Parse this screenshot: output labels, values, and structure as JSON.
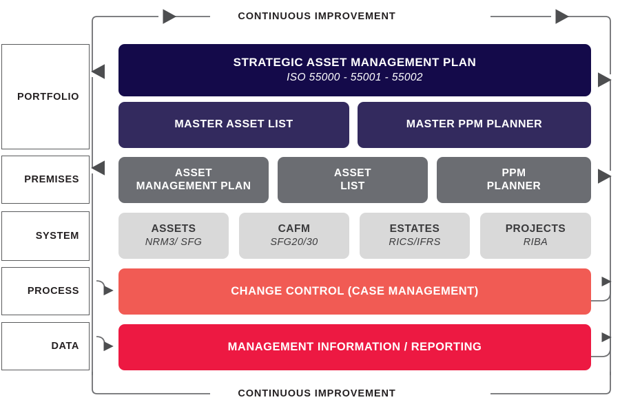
{
  "diagram": {
    "title_top": "CONTINUOUS IMPROVEMENT",
    "title_bottom": "CONTINUOUS IMPROVEMENT",
    "levels": [
      {
        "label": "PORTFOLIO"
      },
      {
        "label": "PREMISES"
      },
      {
        "label": "SYSTEM"
      },
      {
        "label": "PROCESS"
      },
      {
        "label": "DATA"
      }
    ],
    "rows": {
      "strategic": {
        "title": "STRATEGIC ASSET MANAGEMENT PLAN",
        "subtitle": "ISO 55000 - 55001 - 55002",
        "color": "#140a4a"
      },
      "master": {
        "color": "#332a5e",
        "items": [
          {
            "title": "MASTER ASSET LIST"
          },
          {
            "title": "MASTER PPM PLANNER"
          }
        ]
      },
      "plans": {
        "color": "#6b6d72",
        "items": [
          {
            "line1": "ASSET",
            "line2": "MANAGEMENT PLAN"
          },
          {
            "line1": "ASSET",
            "line2": "LIST"
          },
          {
            "line1": "PPM",
            "line2": "PLANNER"
          }
        ]
      },
      "systems": {
        "color": "#d9d9d9",
        "items": [
          {
            "title": "ASSETS",
            "standard": "NRM3/ SFG"
          },
          {
            "title": "CAFM",
            "standard": "SFG20/30"
          },
          {
            "title": "ESTATES",
            "standard": "RICS/IFRS"
          },
          {
            "title": "PROJECTS",
            "standard": "RIBA"
          }
        ]
      },
      "process": {
        "title": "CHANGE CONTROL (CASE MANAGEMENT)",
        "color": "#f15b54"
      },
      "data": {
        "title": "MANAGEMENT INFORMATION / REPORTING",
        "color": "#ed1942"
      }
    },
    "colors": {
      "line": "#6d6e71",
      "text": "#231f20",
      "background": "#ffffff"
    }
  }
}
